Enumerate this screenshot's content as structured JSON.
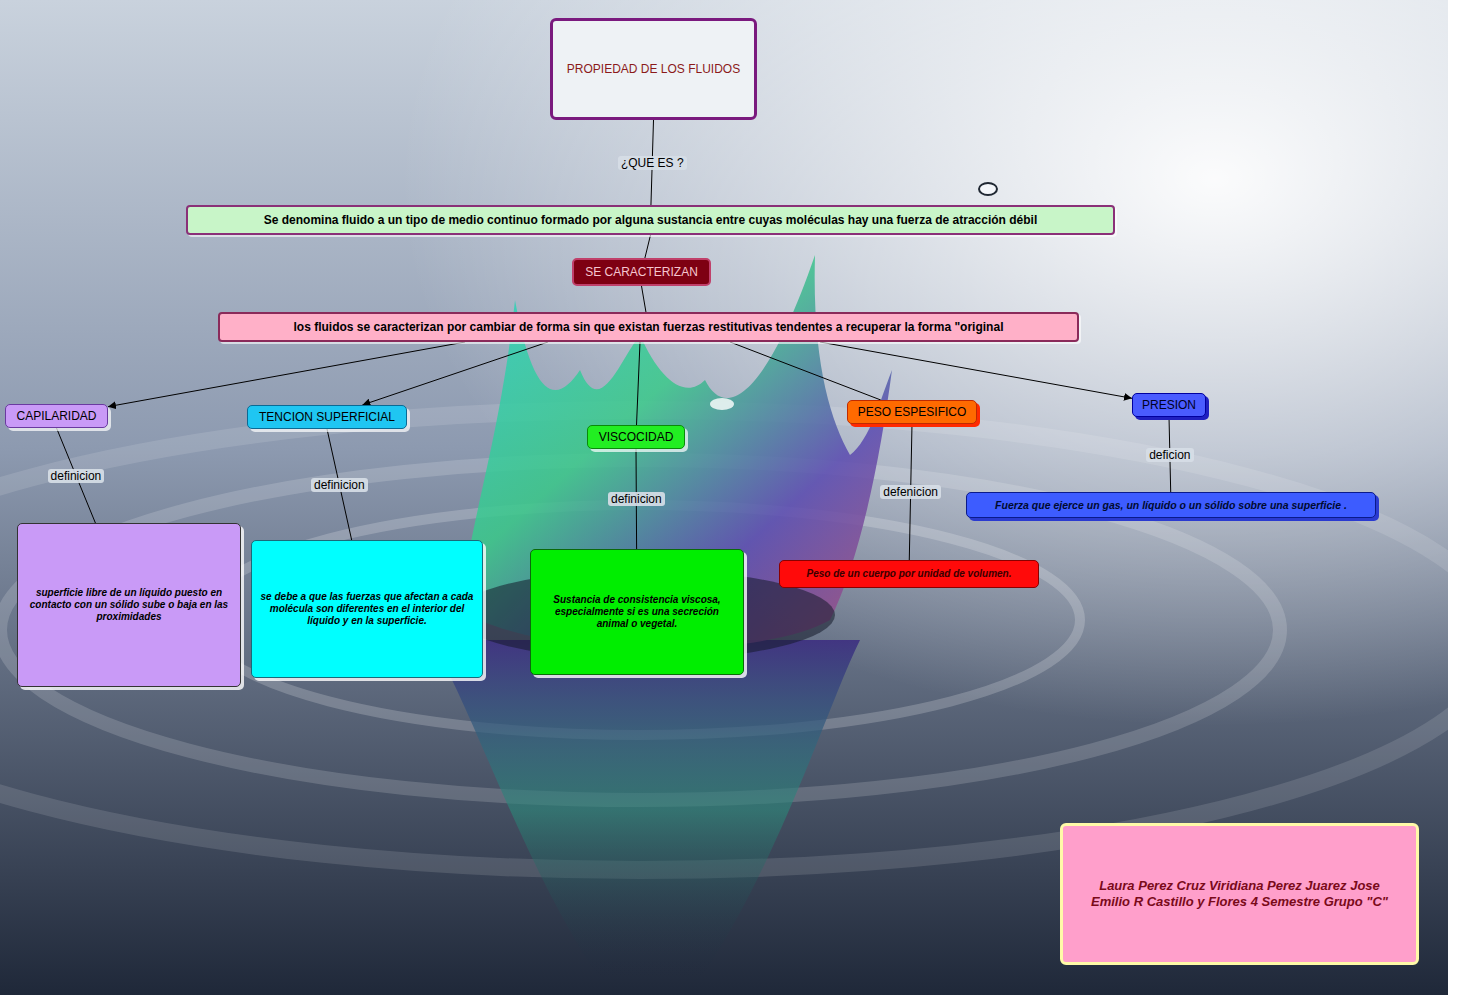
{
  "diagram": {
    "nodes": [
      {
        "text": [
          "PROPIEDAD DE LOS FLUIDOS"
        ]
      },
      {
        "text": [
          "Se denomina fluido a un tipo de medio continuo formado por alguna sustancia entre cuyas moléculas hay una fuerza de atracción débil"
        ]
      },
      {
        "text": [
          "SE CARACTERIZAN"
        ]
      },
      {
        "text": [
          "los fluidos se caracterizan por cambiar de forma sin que existan fuerzas restitutivas tendentes a recuperar la forma \"original"
        ]
      },
      {
        "text": [
          "CAPILARIDAD"
        ]
      },
      {
        "text": [
          "TENCION SUPERFICIAL"
        ]
      },
      {
        "text": [
          "VISCOCIDAD"
        ]
      },
      {
        "text": [
          "PESO ESPESIFICO"
        ]
      },
      {
        "text": [
          "PRESION"
        ]
      },
      {
        "text": [
          "superficie libre de un líquido puesto en contacto con un sólido sube o baja en las proximidades"
        ]
      },
      {
        "text": [
          "se debe a que las fuerzas que afectan a cada molécula son diferentes en el interior del líquido y en la superficie."
        ]
      },
      {
        "text": [
          "Sustancia de consistencia viscosa, especialmente si es una secreción animal o vegetal."
        ]
      },
      {
        "text": [
          "Peso de un cuerpo por unidad de volumen."
        ]
      },
      {
        "text": [
          "Fuerza que ejerce un gas, un líquido o un sólido sobre una superficie ."
        ]
      },
      {
        "text": [
          "Laura Perez Cruz Viridiana Perez Juarez Jose Emilio R Castillo y Flores 4 Semestre Grupo \"C\""
        ]
      }
    ],
    "edges": [
      {
        "from": 0,
        "to": 1,
        "label": "¿QUE ES ?",
        "arrow": "none"
      },
      {
        "from": 1,
        "to": 2,
        "arrow": "none"
      },
      {
        "from": 2,
        "to": 3,
        "arrow": "none"
      },
      {
        "from": 3,
        "to": 4,
        "arrow": "to"
      },
      {
        "from": 3,
        "to": 5,
        "arrow": "to"
      },
      {
        "from": 3,
        "to": 6,
        "arrow": "none"
      },
      {
        "from": 3,
        "to": 7,
        "arrow": "none"
      },
      {
        "from": 3,
        "to": 8,
        "arrow": "to"
      },
      {
        "from": 4,
        "to": 9,
        "label": "definicion",
        "arrow": "none"
      },
      {
        "from": 5,
        "to": 10,
        "label": "definicion",
        "arrow": "none"
      },
      {
        "from": 6,
        "to": 11,
        "label": "definicion",
        "arrow": "none"
      },
      {
        "from": 7,
        "to": 12,
        "label": "defenicion",
        "arrow": "none"
      },
      {
        "from": 8,
        "to": 13,
        "label": "deficion",
        "arrow": "none"
      }
    ]
  }
}
